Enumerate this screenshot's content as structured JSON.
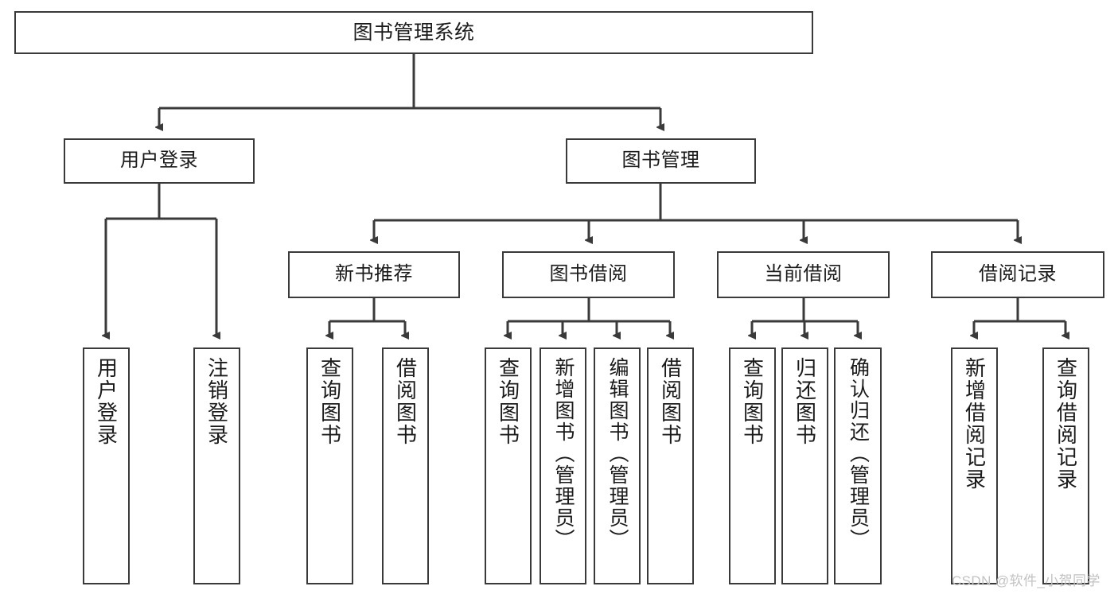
{
  "diagram": {
    "title": "图书管理系统",
    "type": "hierarchy-tree",
    "root": {
      "label": "图书管理系统"
    },
    "level2": [
      {
        "label": "用户登录"
      },
      {
        "label": "图书管理"
      }
    ],
    "level3": [
      {
        "label": "新书推荐"
      },
      {
        "label": "图书借阅"
      },
      {
        "label": "当前借阅"
      },
      {
        "label": "借阅记录"
      }
    ],
    "leaves": {
      "user_login": [
        {
          "label": "用户登录"
        },
        {
          "label": "注销登录"
        }
      ],
      "new_book_recommend": [
        {
          "label": "查询图书"
        },
        {
          "label": "借阅图书"
        }
      ],
      "book_borrow": [
        {
          "label": "查询图书"
        },
        {
          "label": "新增图书（管理员）"
        },
        {
          "label": "编辑图书（管理员）"
        },
        {
          "label": "借阅图书"
        }
      ],
      "current_borrow": [
        {
          "label": "查询图书"
        },
        {
          "label": "归还图书"
        },
        {
          "label": "确认归还（管理员）"
        }
      ],
      "borrow_record": [
        {
          "label": "新增借阅记录"
        },
        {
          "label": "查询借阅记录"
        }
      ]
    }
  },
  "watermark": {
    "text": "CSDN @软件_小贺同学"
  },
  "colors": {
    "border": "#3a3a3a",
    "background": "#ffffff",
    "text": "#1a1a1a",
    "watermark": "#c2c2c2"
  }
}
